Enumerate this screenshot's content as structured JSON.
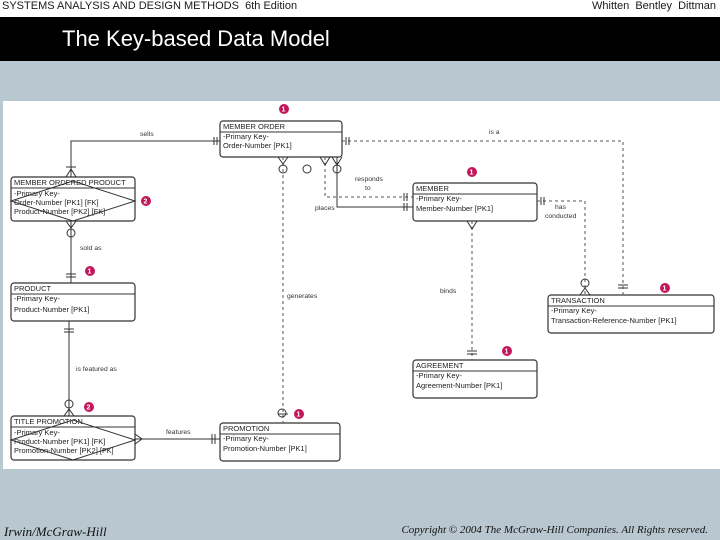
{
  "header": {
    "book_title": "SYSTEMS ANALYSIS AND DESIGN METHODS",
    "edition": "6th Edition",
    "authors": "Whitten   Bentley   Dittman"
  },
  "slide": {
    "title": "The Key-based Data Model"
  },
  "footer": {
    "publisher": "Irwin/McGraw-Hill",
    "copyright": "Copyright © 2004 The McGraw-Hill Companies. All Rights reserved."
  },
  "diagram": {
    "entities": {
      "member_order": {
        "name": "MEMBER ORDER",
        "attrs": [
          "-Primary Key-",
          "Order-Number   [PK1]"
        ],
        "badge": "1"
      },
      "member_ordered_product": {
        "name": "MEMBER ORDERED PRODUCT",
        "attrs": [
          "-Primary Key-",
          "Order-Number   [PK1]  [FK]",
          "Product-Number   [PK2]  [FK]"
        ],
        "badge": "2"
      },
      "member": {
        "name": "MEMBER",
        "attrs": [
          "-Primary Key-",
          "Member-Number   [PK1]"
        ],
        "badge": "1"
      },
      "product": {
        "name": "PRODUCT",
        "attrs": [
          "-Primary Key-",
          "Product-Number   [PK1]"
        ],
        "badge": "1"
      },
      "transaction": {
        "name": "TRANSACTION",
        "attrs": [
          "-Primary Key-",
          "Transaction-Reference-Number   [PK1]"
        ],
        "badge": "1"
      },
      "agreement": {
        "name": "AGREEMENT",
        "attrs": [
          "-Primary Key-",
          "Agreement-Number   [PK1]"
        ],
        "badge": "1"
      },
      "title_promotion": {
        "name": "TITLE PROMOTION",
        "attrs": [
          "-Primary Key-",
          "Product-Number   [PK1]  [FK]",
          "Promotion-Number   [PK2]  [FK]"
        ],
        "badge": "2"
      },
      "promotion": {
        "name": "PROMOTION",
        "attrs": [
          "-Primary Key-",
          "Promotion-Number   [PK1]"
        ],
        "badge": "1"
      }
    },
    "relationships": {
      "sells": "sells",
      "is_a": "is a",
      "responds_to_1": "responds",
      "responds_to_2": "to",
      "places": "places",
      "has_conducted_1": "has",
      "has_conducted_2": "conducted",
      "sold_as": "sold as",
      "binds": "binds",
      "generates": "generates",
      "is_featured_as": "is featured as",
      "features": "features"
    },
    "colors": {
      "badge": "#c2185b",
      "line": "#333333",
      "box_fill": "#ffffff"
    }
  }
}
